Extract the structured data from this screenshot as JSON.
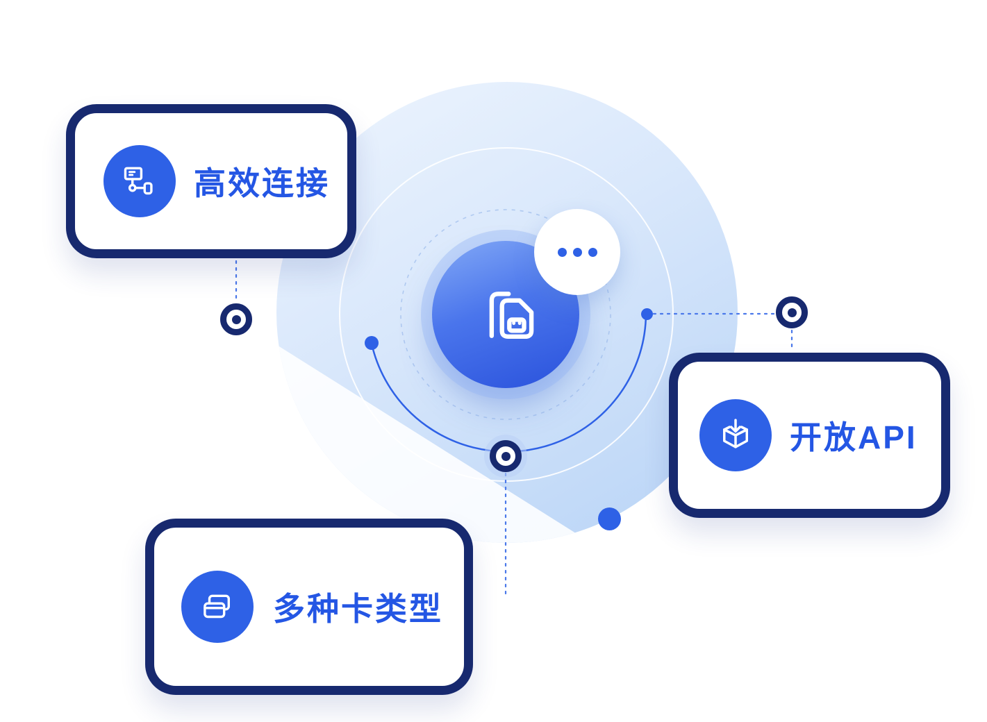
{
  "cards": [
    {
      "label": "高效连接",
      "icon": "network-topology-icon"
    },
    {
      "label": "开放API",
      "icon": "api-package-icon"
    },
    {
      "label": "多种卡类型",
      "icon": "multi-card-icon"
    }
  ],
  "center": {
    "icon": "sim-card-icon",
    "bubble_icon": "ellipsis-icon"
  },
  "colors": {
    "navy_border": "#17296f",
    "accent_blue": "#2e61e6",
    "label_blue": "#2456e4",
    "circle_gradient_start": "#eef5fe",
    "circle_gradient_end": "#b7d3f6"
  }
}
